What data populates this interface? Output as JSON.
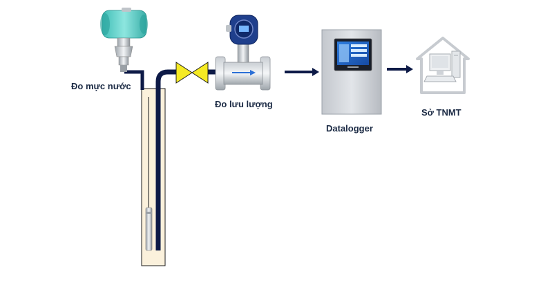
{
  "labels": {
    "water_level": "Đo mực nước",
    "flow": "Đo lưu lượng",
    "datalogger": "Datalogger",
    "department": "Sở TNMT"
  },
  "colors": {
    "pipe": "#0d1a47",
    "valve": "#f5ea23",
    "well_fill": "#fbf1dc",
    "arrow": "#0d1a47",
    "transmitter_teal": "#4fd0c8",
    "logger_body": "#d4d7dc",
    "logger_screen": "#1c5fc4"
  },
  "icons": [
    "pressure-transmitter-icon",
    "valve-icon",
    "flow-meter-icon",
    "datalogger-icon",
    "computer-house-icon",
    "level-sensor-icon"
  ]
}
